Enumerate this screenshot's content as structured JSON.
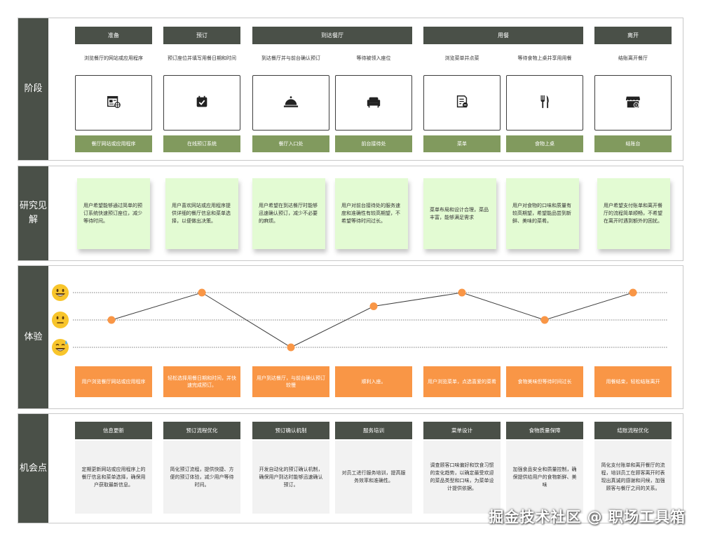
{
  "sections": {
    "stage": "阶段",
    "research": "研究见解",
    "experience": "体验",
    "opportunity": "机会点"
  },
  "phases": [
    "准备",
    "预订",
    "到达餐厅",
    "用餐",
    "离开"
  ],
  "steps": [
    "浏览餐厅的网站或应用程序",
    "预订座位并填写用餐日期和时间",
    "到达餐厅并与前台确认预订",
    "等待被领入座位",
    "浏览菜单并点菜",
    "等待食物上桌并享用用餐",
    "结账离开餐厅"
  ],
  "touchpoints": {
    "icons": [
      "website-icon",
      "calendar-check-icon",
      "service-bell-icon",
      "armchair-icon",
      "menu-list-icon",
      "fork-knife-icon",
      "store-checkout-icon"
    ],
    "labels": [
      "餐厅网站或应用程序",
      "在线预订系统",
      "餐厅入口处",
      "前台接待处",
      "菜单",
      "食物上桌",
      "结账台"
    ]
  },
  "insights": [
    "用户希望能够通过简单的预订系统快速预订座位，减少等待时间。",
    "用户喜欢网站或应用程序提供详细的餐厅信息和菜单选择，以便做出决策。",
    "用户希望在到达餐厅时能够迅速确认预订，减少不必要的麻烦。",
    "用户对前台接待处的服务速度和准确性有较高期望，不希望等待时间过长。",
    "菜单布局和设计合理，菜品丰富，能够满足需求",
    "用户对食物的口味和质量有较高期望，希望能品尝到新鲜、美味的菜肴。",
    "用户希望支付账单和离开餐厅的流程简单顺畅，不希望在离开时遇到额外的困扰。"
  ],
  "experience": {
    "emotions": [
      "happy-face-icon",
      "neutral-face-icon",
      "sweat-smile-face-icon"
    ],
    "levels": [
      0,
      1,
      -1,
      0.5,
      1,
      0,
      1
    ],
    "labels": [
      "用户浏览餐厅网站或应用程序",
      "轻松选择用餐日期和时间，并快速完成预订。",
      "用户到达餐厅，与前台确认预订较慢",
      "顺利入座。",
      "用户浏览菜单，点选喜爱的菜肴",
      "食物美味但等待时间过长",
      "用餐结束，轻松结账离开"
    ],
    "colors": {
      "point": "#f99646",
      "line": "#3d3d3d"
    }
  },
  "opportunities": {
    "titles": [
      "信息更新",
      "预订流程优化",
      "预订确认机制",
      "服务培训",
      "菜单设计",
      "食物质量保障",
      "结账流程优化"
    ],
    "bodies": [
      "定期更新网站或应用程序上的餐厅信息和菜单选择，确保用户获取最新信息。",
      "简化预订流程，提供快捷、方便的预订体验，减少用户等待时间。",
      "开发自动化的预订确认机制，确保用户到达时能够迅速确认预订。",
      "对员工进行服务培训，提高服务效率和准确性。",
      "调查顾客口味偏好和饮食习惯的变化趋势，以确定最受欢迎的菜品类型和口味，为菜单设计提供依据。",
      "加强食品安全和质量控制，确保提供给用户的食物新鲜、美味",
      "简化支付账单和离开餐厅的流程，培训员工在顾客离开时表现出真诚的感谢和问候，加强顾客与餐厅之间的关系。"
    ]
  },
  "colors": {
    "dark": "#4a5048",
    "green": "#819a5e",
    "sticky": "#e3fbd3",
    "orange": "#f99646"
  },
  "watermark": "掘金技术社区 @ 职场工具箱"
}
